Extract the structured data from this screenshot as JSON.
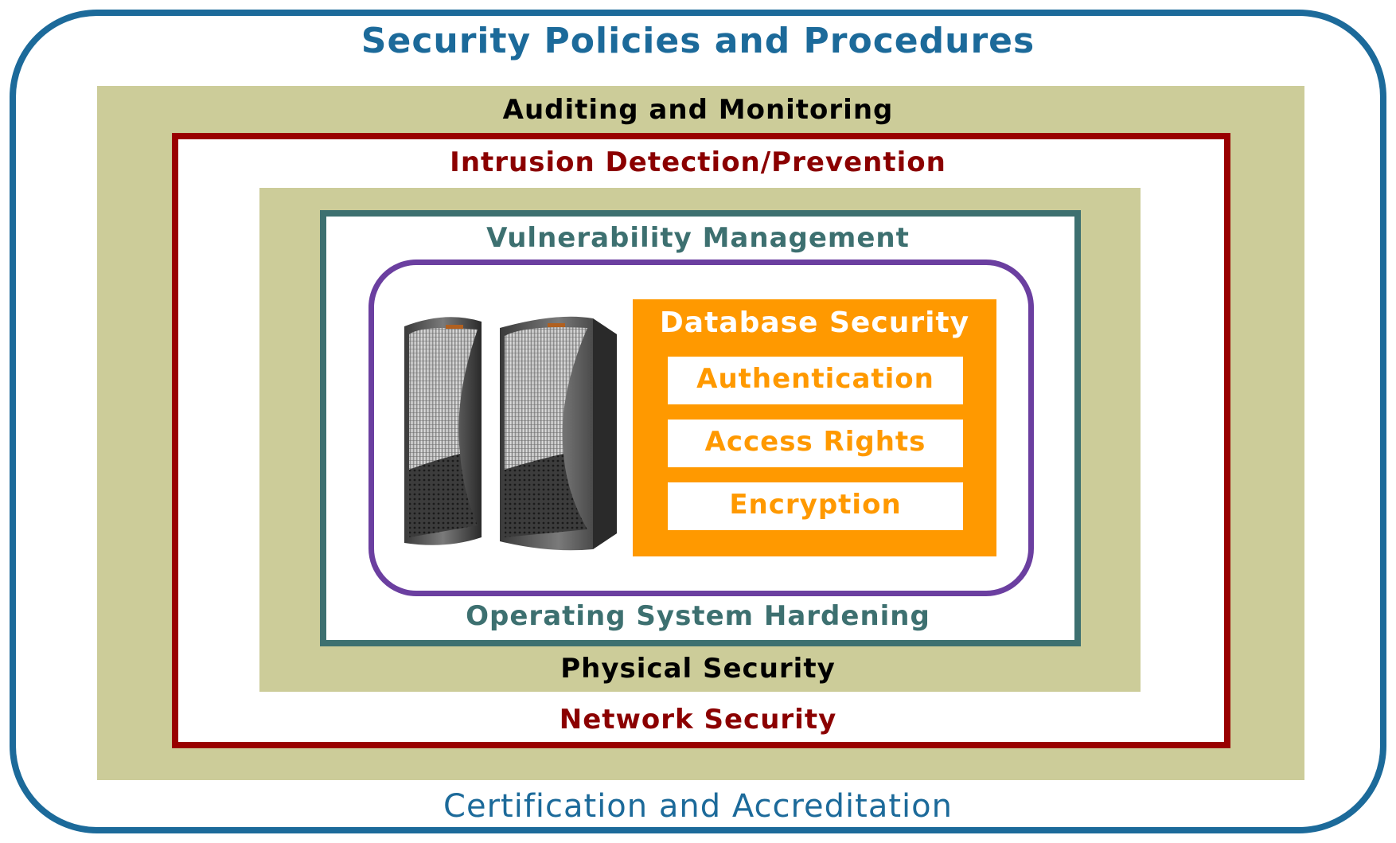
{
  "diagram": {
    "outer": {
      "title": "Security Policies and Procedures",
      "footer": "Certification and Accreditation",
      "color": "#1c6a9a"
    },
    "auditing": {
      "label": "Auditing and Monitoring",
      "color": "#cccc99"
    },
    "intrusion": {
      "label": "Intrusion Detection/Prevention",
      "footer": "Network Security",
      "color": "#990000"
    },
    "physical": {
      "label": "Physical Security",
      "color": "#cccc99"
    },
    "vulnerability": {
      "label": "Vulnerability Management",
      "footer": "Operating System Hardening",
      "color": "#3d7070"
    },
    "core": {
      "color": "#6b3fa0",
      "image": "server-rack-icon"
    },
    "database": {
      "title": "Database Security",
      "color": "#ff9900",
      "items": [
        "Authentication",
        "Access Rights",
        "Encryption"
      ]
    }
  }
}
